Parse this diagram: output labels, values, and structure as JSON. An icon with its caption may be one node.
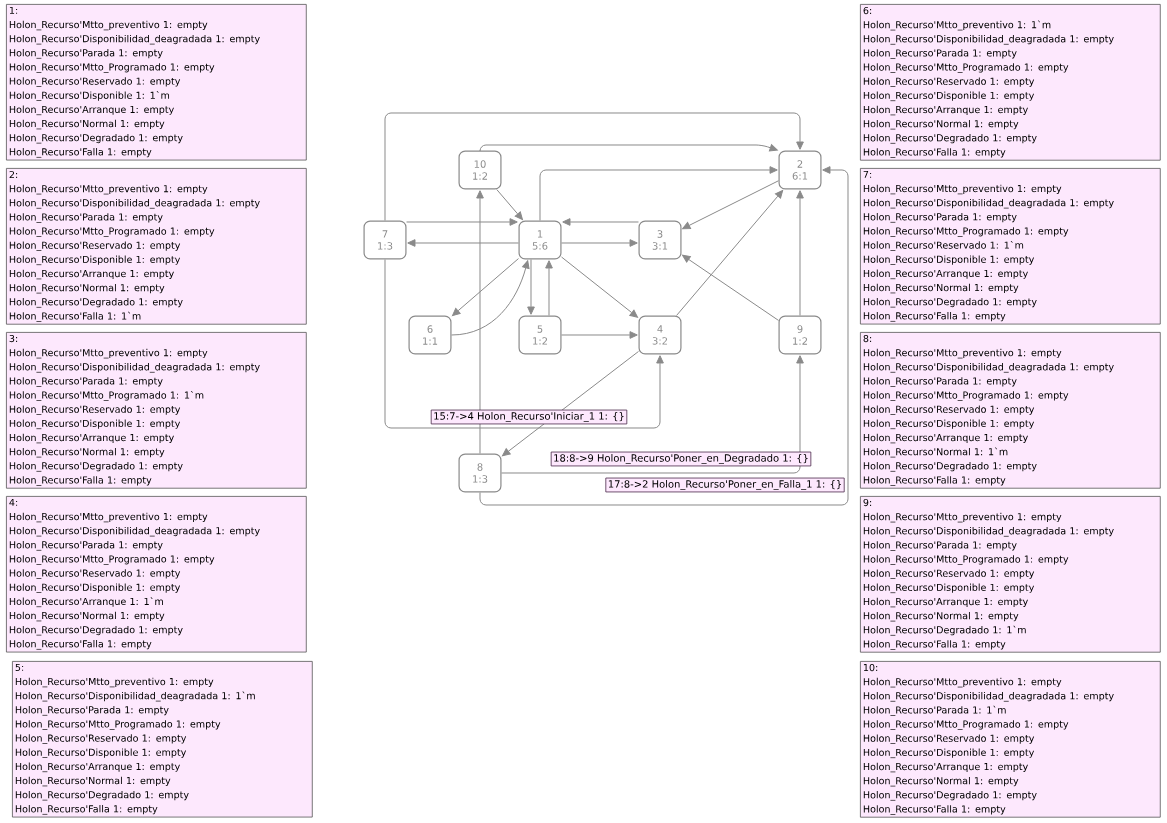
{
  "diagram": {
    "nodes": [
      {
        "text": [
          "1",
          "5:6"
        ]
      },
      {
        "text": [
          "2",
          "6:1"
        ]
      },
      {
        "text": [
          "3",
          "3:1"
        ]
      },
      {
        "text": [
          "4",
          "3:2"
        ]
      },
      {
        "text": [
          "5",
          "1:2"
        ]
      },
      {
        "text": [
          "6",
          "1:1"
        ]
      },
      {
        "text": [
          "7",
          "1:3"
        ]
      },
      {
        "text": [
          "8",
          "1:3"
        ]
      },
      {
        "text": [
          "9",
          "1:2"
        ]
      },
      {
        "text": [
          "10",
          "1:2"
        ]
      },
      {
        "text": [
          "1:",
          "Holon_Recurso'Mtto_preventivo 1: empty",
          "Holon_Recurso'Disponibilidad_deagradada 1: empty",
          "Holon_Recurso'Parada 1: empty",
          "Holon_Recurso'Mtto_Programado 1: empty",
          "Holon_Recurso'Reservado 1: empty",
          "Holon_Recurso'Disponible 1: 1`m",
          "Holon_Recurso'Arranque 1: empty",
          "Holon_Recurso'Normal 1: empty",
          "Holon_Recurso'Degradado 1: empty",
          "Holon_Recurso'Falla 1: empty"
        ]
      },
      {
        "text": [
          "2:",
          "Holon_Recurso'Mtto_preventivo 1: empty",
          "Holon_Recurso'Disponibilidad_deagradada 1: empty",
          "Holon_Recurso'Parada 1: empty",
          "Holon_Recurso'Mtto_Programado 1: empty",
          "Holon_Recurso'Reservado 1: empty",
          "Holon_Recurso'Disponible 1: empty",
          "Holon_Recurso'Arranque 1: empty",
          "Holon_Recurso'Normal 1: empty",
          "Holon_Recurso'Degradado 1: empty",
          "Holon_Recurso'Falla 1: 1`m"
        ]
      },
      {
        "text": [
          "3:",
          "Holon_Recurso'Mtto_preventivo 1: empty",
          "Holon_Recurso'Disponibilidad_deagradada 1: empty",
          "Holon_Recurso'Parada 1: empty",
          "Holon_Recurso'Mtto_Programado 1: 1`m",
          "Holon_Recurso'Reservado 1: empty",
          "Holon_Recurso'Disponible 1: empty",
          "Holon_Recurso'Arranque 1: empty",
          "Holon_Recurso'Normal 1: empty",
          "Holon_Recurso'Degradado 1: empty",
          "Holon_Recurso'Falla 1: empty"
        ]
      },
      {
        "text": [
          "4:",
          "Holon_Recurso'Mtto_preventivo 1: empty",
          "Holon_Recurso'Disponibilidad_deagradada 1: empty",
          "Holon_Recurso'Parada 1: empty",
          "Holon_Recurso'Mtto_Programado 1: empty",
          "Holon_Recurso'Reservado 1: empty",
          "Holon_Recurso'Disponible 1: empty",
          "Holon_Recurso'Arranque 1: 1`m",
          "Holon_Recurso'Normal 1: empty",
          "Holon_Recurso'Degradado 1: empty",
          "Holon_Recurso'Falla 1: empty"
        ]
      },
      {
        "text": [
          "5:",
          "Holon_Recurso'Mtto_preventivo 1: empty",
          "Holon_Recurso'Disponibilidad_deagradada 1: 1`m",
          "Holon_Recurso'Parada 1: empty",
          "Holon_Recurso'Mtto_Programado 1: empty",
          "Holon_Recurso'Reservado 1: empty",
          "Holon_Recurso'Disponible 1: empty",
          "Holon_Recurso'Arranque 1: empty",
          "Holon_Recurso'Normal 1: empty",
          "Holon_Recurso'Degradado 1: empty",
          "Holon_Recurso'Falla 1: empty"
        ]
      },
      {
        "text": [
          "6:",
          "Holon_Recurso'Mtto_preventivo 1: 1`m",
          "Holon_Recurso'Disponibilidad_deagradada 1: empty",
          "Holon_Recurso'Parada 1: empty",
          "Holon_Recurso'Mtto_Programado 1: empty",
          "Holon_Recurso'Reservado 1: empty",
          "Holon_Recurso'Disponible 1: empty",
          "Holon_Recurso'Arranque 1: empty",
          "Holon_Recurso'Normal 1: empty",
          "Holon_Recurso'Degradado 1: empty",
          "Holon_Recurso'Falla 1: empty"
        ]
      },
      {
        "text": [
          "7:",
          "Holon_Recurso'Mtto_preventivo 1: empty",
          "Holon_Recurso'Disponibilidad_deagradada 1: empty",
          "Holon_Recurso'Parada 1: empty",
          "Holon_Recurso'Mtto_Programado 1: empty",
          "Holon_Recurso'Reservado 1: 1`m",
          "Holon_Recurso'Disponible 1: empty",
          "Holon_Recurso'Arranque 1: empty",
          "Holon_Recurso'Normal 1: empty",
          "Holon_Recurso'Degradado 1: empty",
          "Holon_Recurso'Falla 1: empty"
        ]
      },
      {
        "text": [
          "8:",
          "Holon_Recurso'Mtto_preventivo 1: empty",
          "Holon_Recurso'Disponibilidad_deagradada 1: empty",
          "Holon_Recurso'Parada 1: empty",
          "Holon_Recurso'Mtto_Programado 1: empty",
          "Holon_Recurso'Reservado 1: empty",
          "Holon_Recurso'Disponible 1: empty",
          "Holon_Recurso'Arranque 1: empty",
          "Holon_Recurso'Normal 1: 1`m",
          "Holon_Recurso'Degradado 1: empty",
          "Holon_Recurso'Falla 1: empty"
        ]
      },
      {
        "text": [
          "9:",
          "Holon_Recurso'Mtto_preventivo 1: empty",
          "Holon_Recurso'Disponibilidad_deagradada 1: empty",
          "Holon_Recurso'Parada 1: empty",
          "Holon_Recurso'Mtto_Programado 1: empty",
          "Holon_Recurso'Reservado 1: empty",
          "Holon_Recurso'Disponible 1: empty",
          "Holon_Recurso'Arranque 1: empty",
          "Holon_Recurso'Normal 1: empty",
          "Holon_Recurso'Degradado 1: 1`m",
          "Holon_Recurso'Falla 1: empty"
        ]
      },
      {
        "text": [
          "10:",
          "Holon_Recurso'Mtto_preventivo 1: empty",
          "Holon_Recurso'Disponibilidad_deagradada 1: empty",
          "Holon_Recurso'Parada 1: 1`m",
          "Holon_Recurso'Mtto_Programado 1: empty",
          "Holon_Recurso'Reservado 1: empty",
          "Holon_Recurso'Disponible 1: empty",
          "Holon_Recurso'Arranque 1: empty",
          "Holon_Recurso'Normal 1: empty",
          "Holon_Recurso'Degradado 1: empty",
          "Holon_Recurso'Falla 1: empty"
        ]
      }
    ],
    "edges": [
      {
        "from": 6,
        "to": 0,
        "arrow": "to"
      },
      {
        "from": 0,
        "to": 6,
        "arrow": "to"
      },
      {
        "from": 9,
        "to": 0,
        "arrow": "to"
      },
      {
        "from": 2,
        "to": 0,
        "arrow": "to"
      },
      {
        "from": 0,
        "to": 2,
        "arrow": "to"
      },
      {
        "from": 0,
        "to": 1,
        "arrow": "to"
      },
      {
        "from": 9,
        "to": 1,
        "arrow": "to"
      },
      {
        "from": 6,
        "to": 1,
        "arrow": "to"
      },
      {
        "from": 1,
        "to": 2,
        "arrow": "to"
      },
      {
        "from": 3,
        "to": 1,
        "arrow": "to"
      },
      {
        "from": 8,
        "to": 1,
        "arrow": "to"
      },
      {
        "from": 7,
        "to": 1,
        "arrow": "to",
        "label": "17:8->2 Holon_Recurso'Poner_en_Falla_1 1: {}"
      },
      {
        "from": 8,
        "to": 2,
        "arrow": "to"
      },
      {
        "from": 0,
        "to": 5,
        "arrow": "to"
      },
      {
        "from": 5,
        "to": 0,
        "arrow": "to"
      },
      {
        "from": 0,
        "to": 4,
        "arrow": "to"
      },
      {
        "from": 4,
        "to": 0,
        "arrow": "to"
      },
      {
        "from": 0,
        "to": 3,
        "arrow": "to"
      },
      {
        "from": 4,
        "to": 3,
        "arrow": "to"
      },
      {
        "from": 3,
        "to": 7,
        "arrow": "to"
      },
      {
        "from": 6,
        "to": 3,
        "arrow": "to",
        "label": "15:7->4 Holon_Recurso'Iniciar_1 1: {}"
      },
      {
        "from": 7,
        "to": 9,
        "arrow": "to"
      },
      {
        "from": 7,
        "to": 8,
        "arrow": "to",
        "label": "18:8->9 Holon_Recurso'Poner_en_Degradado 1: {}"
      }
    ]
  }
}
